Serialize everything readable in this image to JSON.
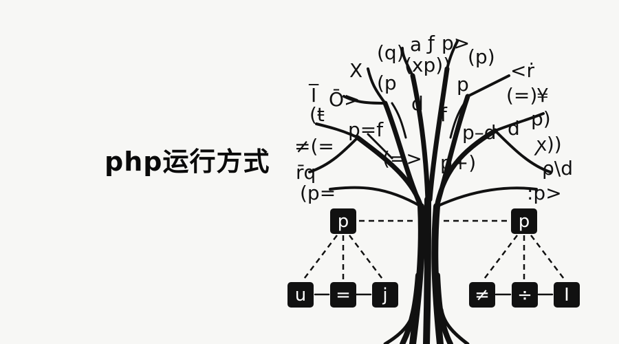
{
  "title": "php运行方式",
  "colors": {
    "background": "#f7f7f5",
    "ink": "#111111"
  },
  "tree": {
    "left_node": "p",
    "right_node": "p",
    "left_children": [
      "u",
      "=",
      "j"
    ],
    "right_children": [
      "≠",
      "÷",
      "I"
    ],
    "symbols": [
      "(q)",
      "a",
      "ƒ",
      "p>",
      "(p)",
      "X",
      "(xp))",
      "<ṙ",
      "(p",
      "p",
      "(=)",
      "¥",
      "I̅",
      "Ō>",
      "d",
      "f",
      "(ŧ",
      "p=f",
      "p–d",
      "d",
      "p)",
      "≠(=",
      "(=>",
      "p+)",
      "ꭗ))",
      "r̄q",
      "ρ\\d",
      "(p=",
      ":p>"
    ]
  }
}
